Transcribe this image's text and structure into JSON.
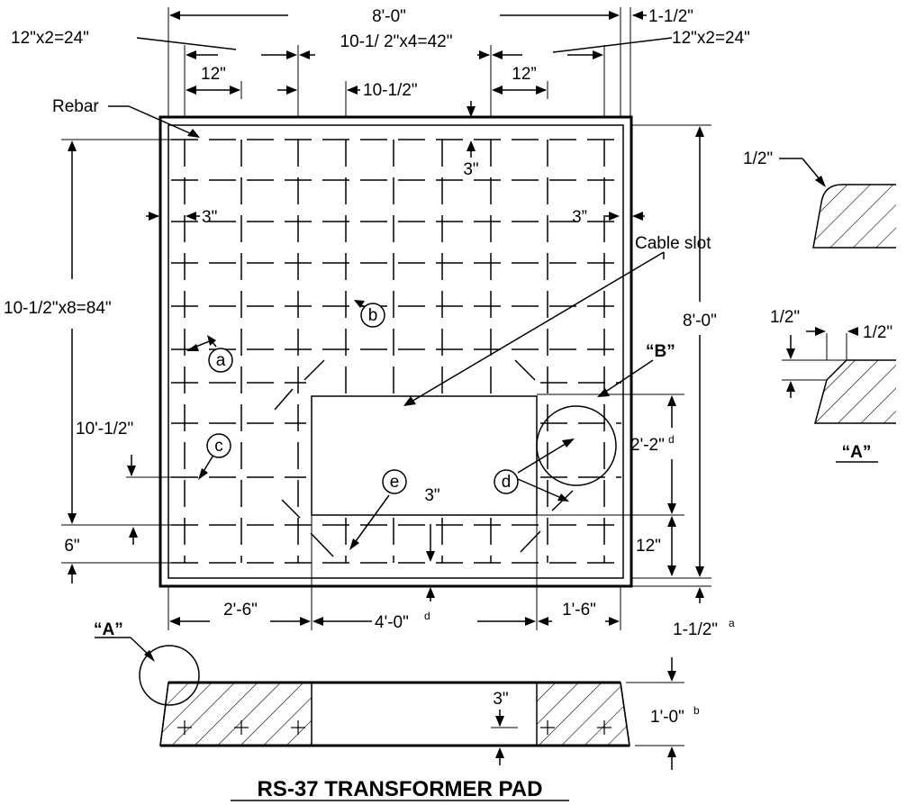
{
  "title": "RS-37 TRANSFORMER PAD",
  "labels": {
    "overall_width": "8'-0\"",
    "edge_offset_top": "1-1/2\"",
    "rebar_outer_left": "12\"x2=24\"",
    "rebar_outer_right": "12\"x2=24\"",
    "rebar_middle": "10-1/ 2\"x4=42\"",
    "spacing_left_12": "12\"",
    "spacing_right_12": "12”",
    "spacing_mid": "10-1/2\"",
    "rebar": "Rebar",
    "cover_top": "3\"",
    "cover_left": "3\"",
    "cover_right": "3”",
    "cable_slot": "Cable slot",
    "vertical_spacing": "10-1/2\"x8=84\"",
    "overall_height": "8'-0\"",
    "chamfer_half": "1/2\"",
    "detail_half_a": "1/2\"",
    "detail_half_b": "1/2\"",
    "detail_a_title": "“A”",
    "detail_b_label": "“B”",
    "spacing_10_half": "10'-1/2\"",
    "slot_height": "2'-2\"",
    "slot_height_note": "d",
    "slot_to_bottom": "12\"",
    "bottom_six": "6\"",
    "slot_cover": "3\"",
    "left_width": "2'-6\"",
    "slot_width": "4'-0\"",
    "slot_width_note": "d",
    "right_width": "1'-6\"",
    "edge_offset_bottom": "1-1/2\"",
    "edge_offset_bottom_note": "a",
    "section_a_label": "“A”",
    "section_depth": "1'-0\"",
    "section_depth_note": "b",
    "section_cover": "3\""
  },
  "callouts": [
    "a",
    "b",
    "c",
    "d",
    "e"
  ]
}
